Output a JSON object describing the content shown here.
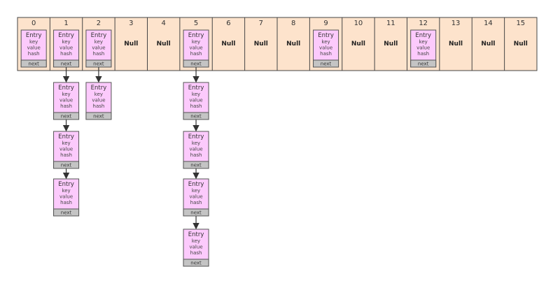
{
  "labels": {
    "entry_title": "Entry",
    "fields": [
      "key",
      "value",
      "hash"
    ],
    "next": "next",
    "null": "Null"
  },
  "buckets": [
    {
      "index": "0",
      "chain_length": 1
    },
    {
      "index": "1",
      "chain_length": 4
    },
    {
      "index": "2",
      "chain_length": 2
    },
    {
      "index": "3",
      "chain_length": 0
    },
    {
      "index": "4",
      "chain_length": 0
    },
    {
      "index": "5",
      "chain_length": 5
    },
    {
      "index": "6",
      "chain_length": 0
    },
    {
      "index": "7",
      "chain_length": 0
    },
    {
      "index": "8",
      "chain_length": 0
    },
    {
      "index": "9",
      "chain_length": 1
    },
    {
      "index": "10",
      "chain_length": 0
    },
    {
      "index": "11",
      "chain_length": 0
    },
    {
      "index": "12",
      "chain_length": 1
    },
    {
      "index": "13",
      "chain_length": 0
    },
    {
      "index": "14",
      "chain_length": 0
    },
    {
      "index": "15",
      "chain_length": 0
    }
  ],
  "colors": {
    "table_fill": "#fde3cc",
    "table_border": "#444444",
    "entry_fill": "#fccafc",
    "entry_border": "#555555",
    "next_fill": "#c4c4c4",
    "arrow": "#333333"
  }
}
